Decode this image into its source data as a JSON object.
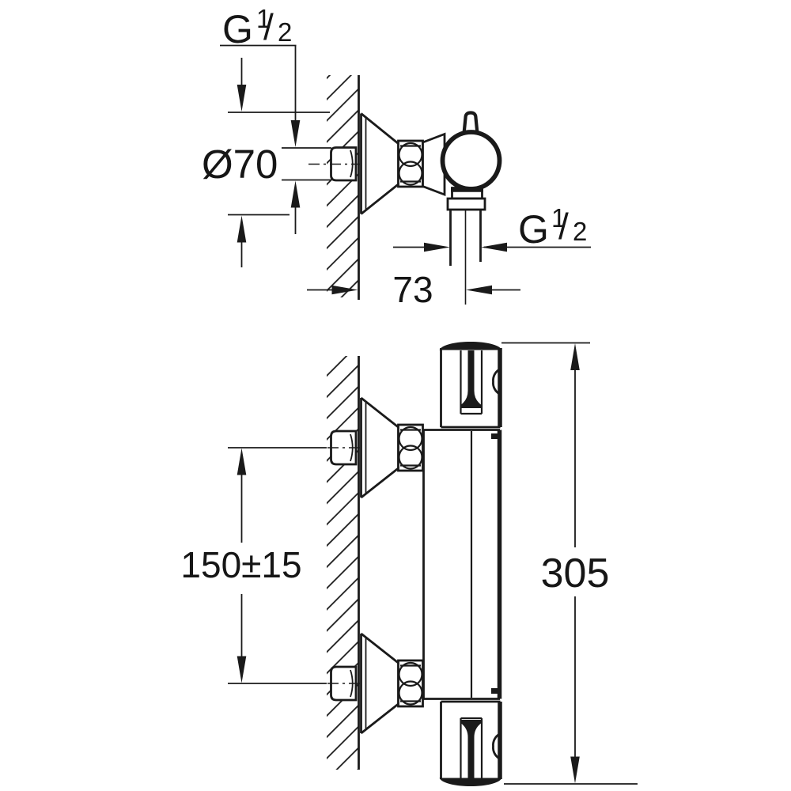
{
  "drawing": {
    "background_color": "#ffffff",
    "line_color": "#1a1a1a",
    "dimensions": {
      "inlet_thread": {
        "label": "G 1/2",
        "base": "G",
        "numerator": "1",
        "slash": "/",
        "denominator": "2"
      },
      "outlet_thread": {
        "label": "G 1/2",
        "base": "G",
        "numerator": "1",
        "slash": "/",
        "denominator": "2"
      },
      "escutcheon_diameter": {
        "label": "Ø70"
      },
      "wall_to_outlet_center": {
        "label": "73"
      },
      "inlet_spacing": {
        "label": "150±15"
      },
      "overall_height": {
        "label": "305"
      }
    }
  }
}
